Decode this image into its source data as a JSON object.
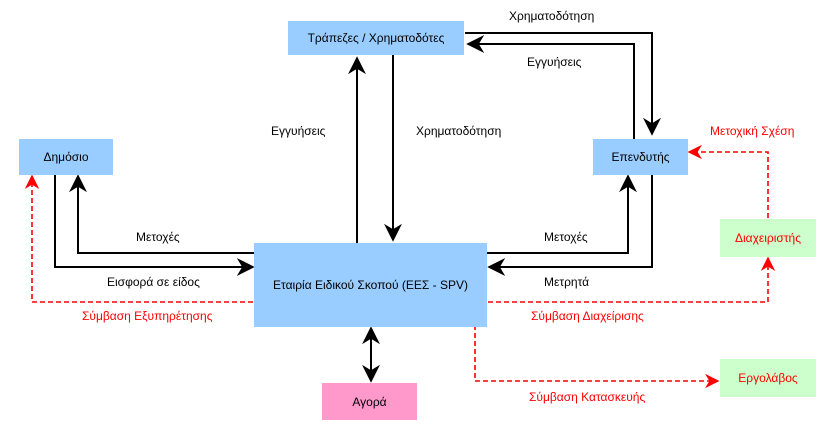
{
  "nodes": {
    "banks": "Τράπεζες / Χρηματοδότες",
    "public": "Δημόσιο",
    "investor": "Επενδυτής",
    "spv": "Εταιρία Ειδικού Σκοπού (ΕΕΣ - SPV)",
    "manager": "Διαχειριστής",
    "contractor": "Εργολάβος",
    "market": "Αγορά"
  },
  "labels": {
    "financing_top": "Χρηματοδότηση",
    "guarantees_right": "Εγγυήσεις",
    "guarantees_center": "Εγγυήσεις",
    "financing_center": "Χρηματοδότηση",
    "equity_relationship": "Μετοχική Σχέση",
    "shares_left": "Μετοχές",
    "shares_right": "Μετοχές",
    "contribution_in_kind": "Εισφορά σε είδος",
    "cash": "Μετρητά",
    "service_contract": "Σύμβαση Εξυπηρέτησης",
    "management_contract": "Σύμβαση Διαχείρισης",
    "construction_contract": "Σύμβαση Κατασκευής"
  },
  "colors": {
    "bank_blue": "#99ccff",
    "green_box": "#ccffcc",
    "pink_box": "#ff99cc",
    "contract_red": "#ff0000",
    "line_black": "#000000"
  }
}
